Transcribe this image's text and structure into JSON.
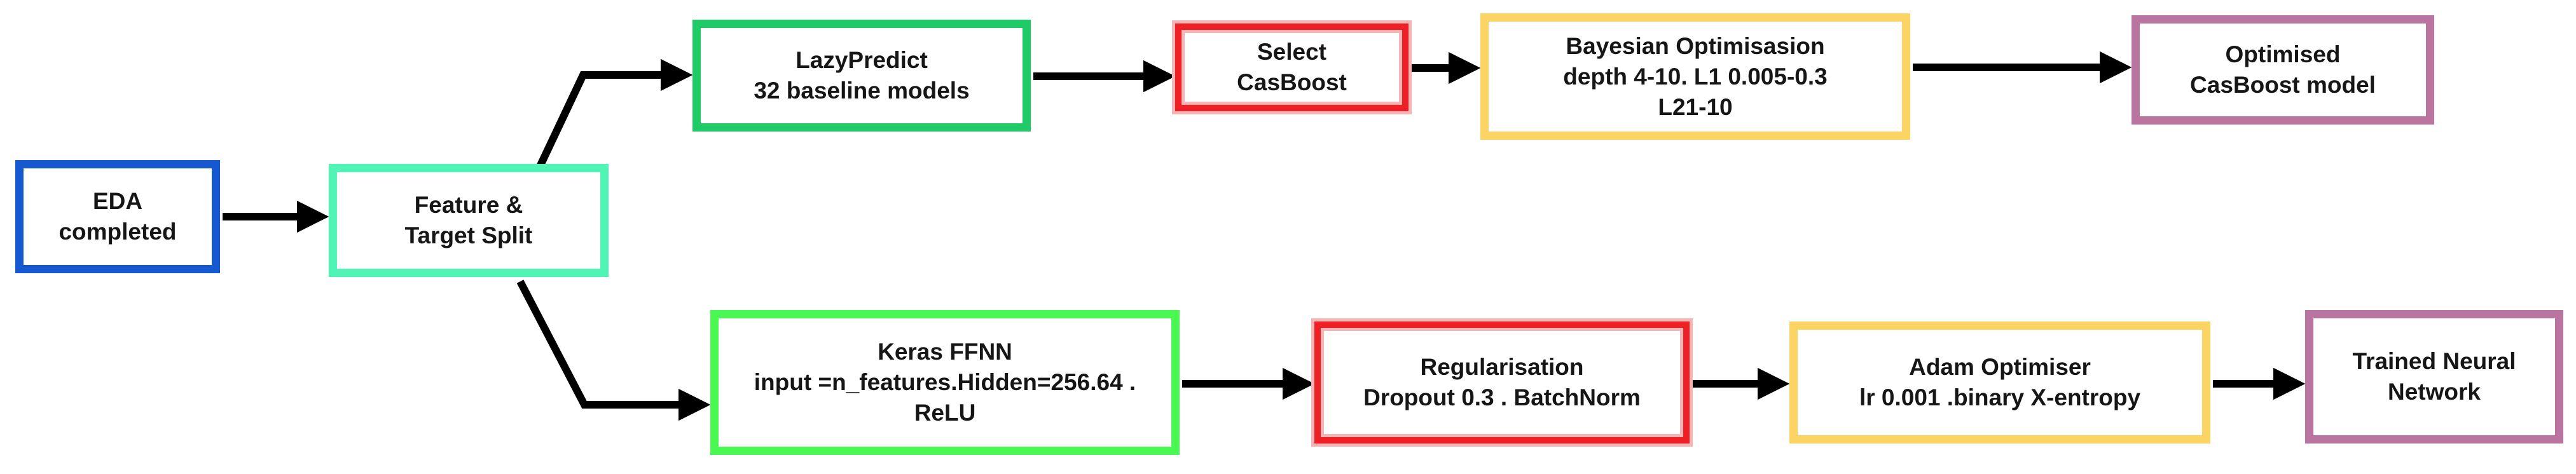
{
  "figure": {
    "background": "#ffffff",
    "arrow_color": "#000000",
    "text_color": "#161616"
  },
  "flowchart": {
    "nodes": [
      {
        "id": "eda",
        "lines": [
          "EDA",
          "completed"
        ],
        "border_color": "#1658cf"
      },
      {
        "id": "feature-target-split",
        "lines": [
          "Feature &",
          "Target Split"
        ],
        "border_color": "#50f5b5"
      },
      {
        "id": "lazypredict",
        "lines": [
          "LazyPredict",
          "32 baseline models"
        ],
        "border_color": "#1ecb66"
      },
      {
        "id": "select-casboost",
        "lines": [
          "Select",
          "CasBoost"
        ],
        "border_color": "#ee2026"
      },
      {
        "id": "bayesian-optimisation",
        "lines": [
          "Bayesian Optimisasion",
          "depth 4-10. L1 0.005-0.3",
          "L21-10"
        ],
        "border_color": "#fcd464"
      },
      {
        "id": "optimised-casboost",
        "lines": [
          "Optimised",
          "CasBoost model"
        ],
        "border_color": "#b9759f"
      },
      {
        "id": "keras-ffnn",
        "lines": [
          "Keras FFNN",
          "input =n_features.Hidden=256.64 .",
          "ReLU"
        ],
        "border_color": "#49f952"
      },
      {
        "id": "regularisation",
        "lines": [
          "Regularisation",
          "Dropout 0.3 . BatchNorm"
        ],
        "border_color": "#ee2026"
      },
      {
        "id": "adam-optimiser",
        "lines": [
          "Adam Optimiser",
          "lr 0.001 .binary X-entropy"
        ],
        "border_color": "#fcd464"
      },
      {
        "id": "trained-neural-network",
        "lines": [
          "Trained Neural",
          "Network"
        ],
        "border_color": "#b9759f"
      }
    ],
    "edges": [
      {
        "from": "eda",
        "to": "feature-target-split"
      },
      {
        "from": "feature-target-split",
        "to": "lazypredict"
      },
      {
        "from": "lazypredict",
        "to": "select-casboost"
      },
      {
        "from": "select-casboost",
        "to": "bayesian-optimisation"
      },
      {
        "from": "bayesian-optimisation",
        "to": "optimised-casboost"
      },
      {
        "from": "feature-target-split",
        "to": "keras-ffnn"
      },
      {
        "from": "keras-ffnn",
        "to": "regularisation"
      },
      {
        "from": "regularisation",
        "to": "adam-optimiser"
      },
      {
        "from": "adam-optimiser",
        "to": "trained-neural-network"
      }
    ]
  }
}
